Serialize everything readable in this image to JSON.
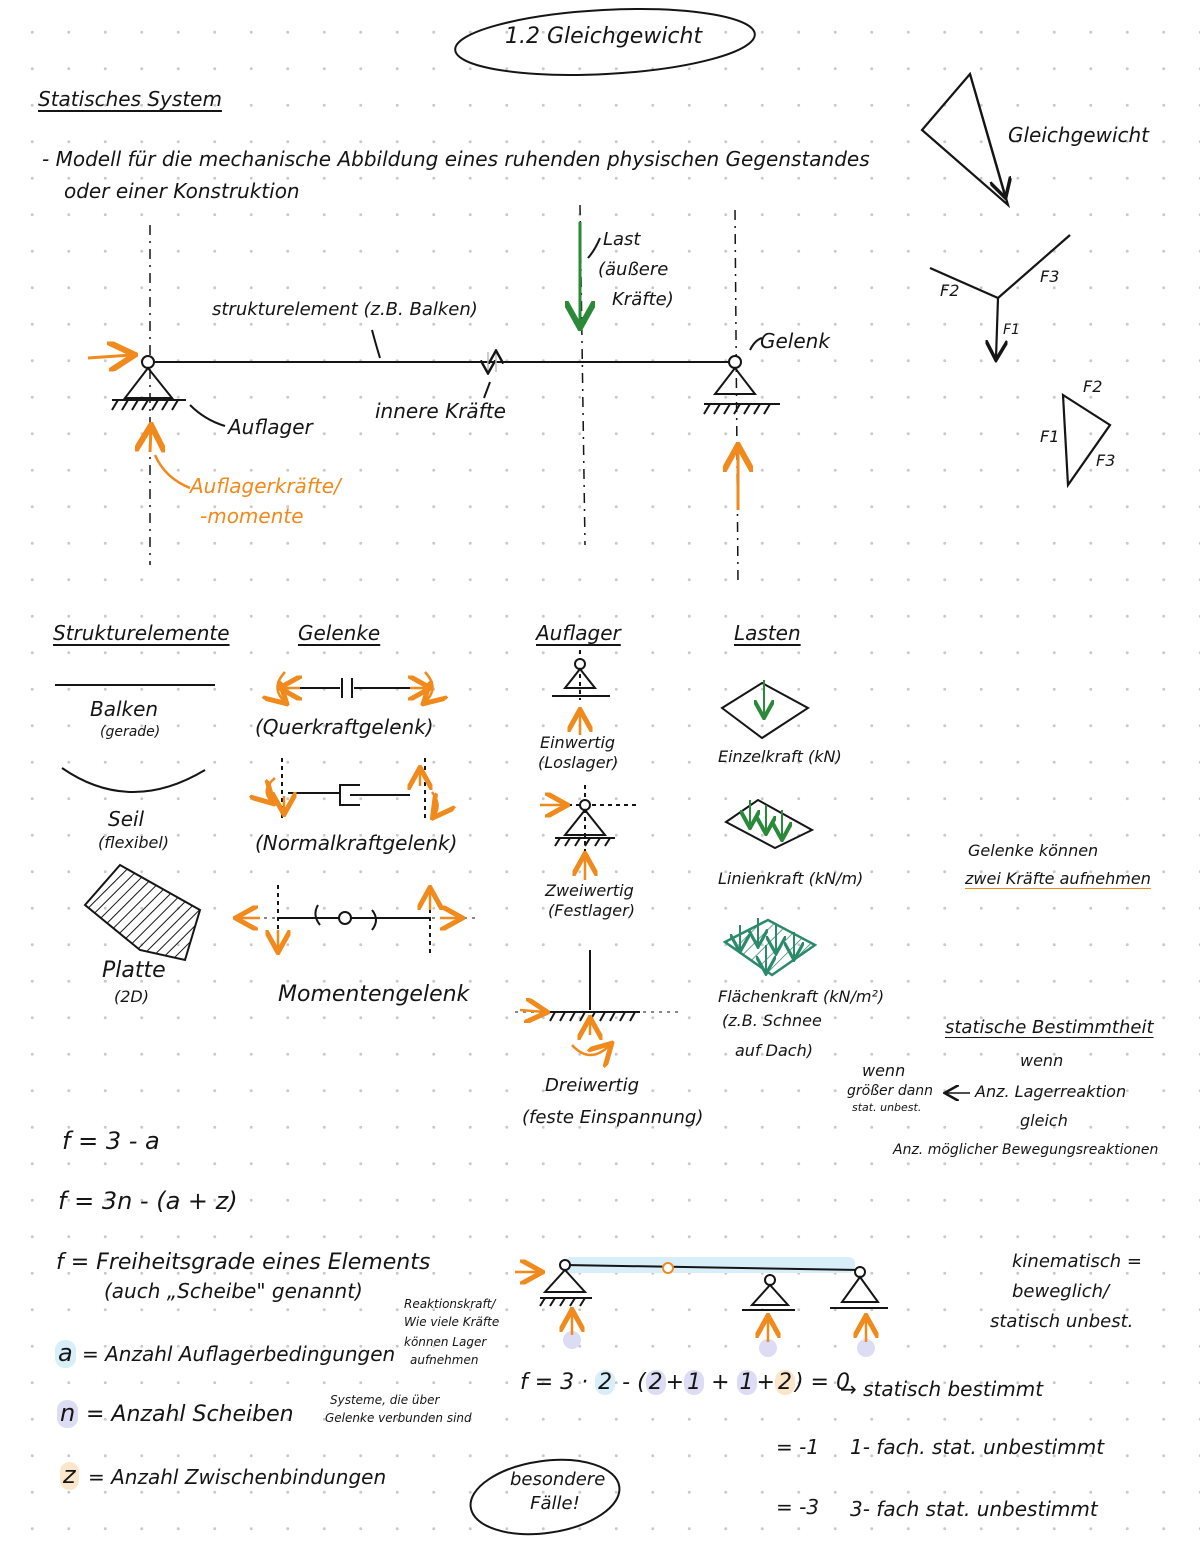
{
  "header": {
    "title": "1.2 Gleichgewicht"
  },
  "system": {
    "heading": "Statisches System",
    "definition_line1": "- Modell für die mechanische Abbildung eines ruhenden physischen Gegenstandes",
    "definition_line2": "oder einer Konstruktion",
    "beam_label": "strukturelement (z.B. Balken)",
    "load_label_1": "Last",
    "load_label_2": "(äußere",
    "load_label_3": "Kräfte)",
    "hinge_label": "Gelenk",
    "support_label": "Auflager",
    "inner_forces_label": "innere Kräfte",
    "reaction_label_1": "Auflagerkräfte/",
    "reaction_label_2": "-momente"
  },
  "equilibrium": {
    "label": "Gleichgewicht",
    "forces": [
      "F2",
      "F3",
      "F1"
    ],
    "triangle_forces": [
      "F2",
      "F1",
      "F3"
    ]
  },
  "columns": {
    "elements": {
      "heading": "Strukturelemente",
      "items": [
        {
          "name": "Balken",
          "note": "(gerade)"
        },
        {
          "name": "Seil",
          "note": "(flexibel)"
        },
        {
          "name": "Platte",
          "note": "(2D)"
        }
      ]
    },
    "hinges": {
      "heading": "Gelenke",
      "items": [
        "(Querkraftgelenk)",
        "(Normalkraftgelenk)",
        "Momentengelenk"
      ]
    },
    "supports": {
      "heading": "Auflager",
      "items": [
        {
          "name": "Einwertig",
          "note": "(Loslager)"
        },
        {
          "name": "Zweiwertig",
          "note": "(Festlager)"
        },
        {
          "name": "Dreiwertig",
          "note": "(feste Einspannung)"
        }
      ]
    },
    "loads": {
      "heading": "Lasten",
      "items": [
        {
          "name": "Einzelkraft (kN)"
        },
        {
          "name": "Linienkraft (kN/m)"
        },
        {
          "name": "Flächenkraft (kN/m²)",
          "note1": "(z.B. Schnee",
          "note2": "auf Dach)"
        }
      ]
    }
  },
  "notes": {
    "joints_1": "Gelenke können",
    "joints_2": "zwei Kräfte aufnehmen",
    "determinacy_heading": "statische Bestimmtheit",
    "det_wenn": "wenn",
    "det_anz_lager": "Anz. Lagerreaktion",
    "det_gleich": "gleich",
    "det_anz_bewegung": "Anz. möglicher Bewegungsreaktionen",
    "det_side_1": "wenn",
    "det_side_2": "größer dann",
    "det_side_3": "stat. unbest.",
    "kinematic_1": "kinematisch =",
    "kinematic_2": "beweglich/",
    "kinematic_3": "statisch unbest."
  },
  "formulas": {
    "f1": "f = 3 - a",
    "f2": "f = 3n - (a + z)",
    "f3_1": "f = Freiheitsgrade eines Elements",
    "f3_2": "(auch „Scheibe\" genannt)",
    "a_sym": "a",
    "a_def": "= Anzahl Auflagerbedingungen",
    "n_sym": "n",
    "n_def": "= Anzahl Scheiben",
    "n_note_1": "Systeme, die über",
    "n_note_2": "Gelenke verbunden sind",
    "z_sym": "z",
    "z_def": "= Anzahl Zwischenbindungen",
    "reaction_note_1": "Reaktionskraft/",
    "reaction_note_2": "Wie viele Kräfte",
    "reaction_note_3": "können Lager",
    "reaction_note_4": "aufnehmen",
    "calc_prefix": "f = 3 ·",
    "calc_n": "2",
    "calc_mid": "- (",
    "calc_a1": "2",
    "calc_plus1": "+",
    "calc_a2": "1",
    "calc_plus2": "+",
    "calc_a3": "1",
    "calc_plus3": "+",
    "calc_z": "2",
    "calc_end": ") = 0",
    "result_1": "→ statisch bestimmt",
    "result_2_val": "= -1",
    "result_2_text": "1- fach. stat. unbestimmt",
    "result_3_val": "= -3",
    "result_3_text": "3- fach stat. unbestimmt",
    "special_cases_1": "besondere",
    "special_cases_2": "Fälle!"
  },
  "colors": {
    "accent": "#f08a1c",
    "load": "#2a8a3a",
    "surface_load": "#2a8a6a",
    "highlight_blue": "#d8eef8",
    "highlight_lavender": "#dcdcf4",
    "highlight_peach": "#fbe6cc"
  }
}
